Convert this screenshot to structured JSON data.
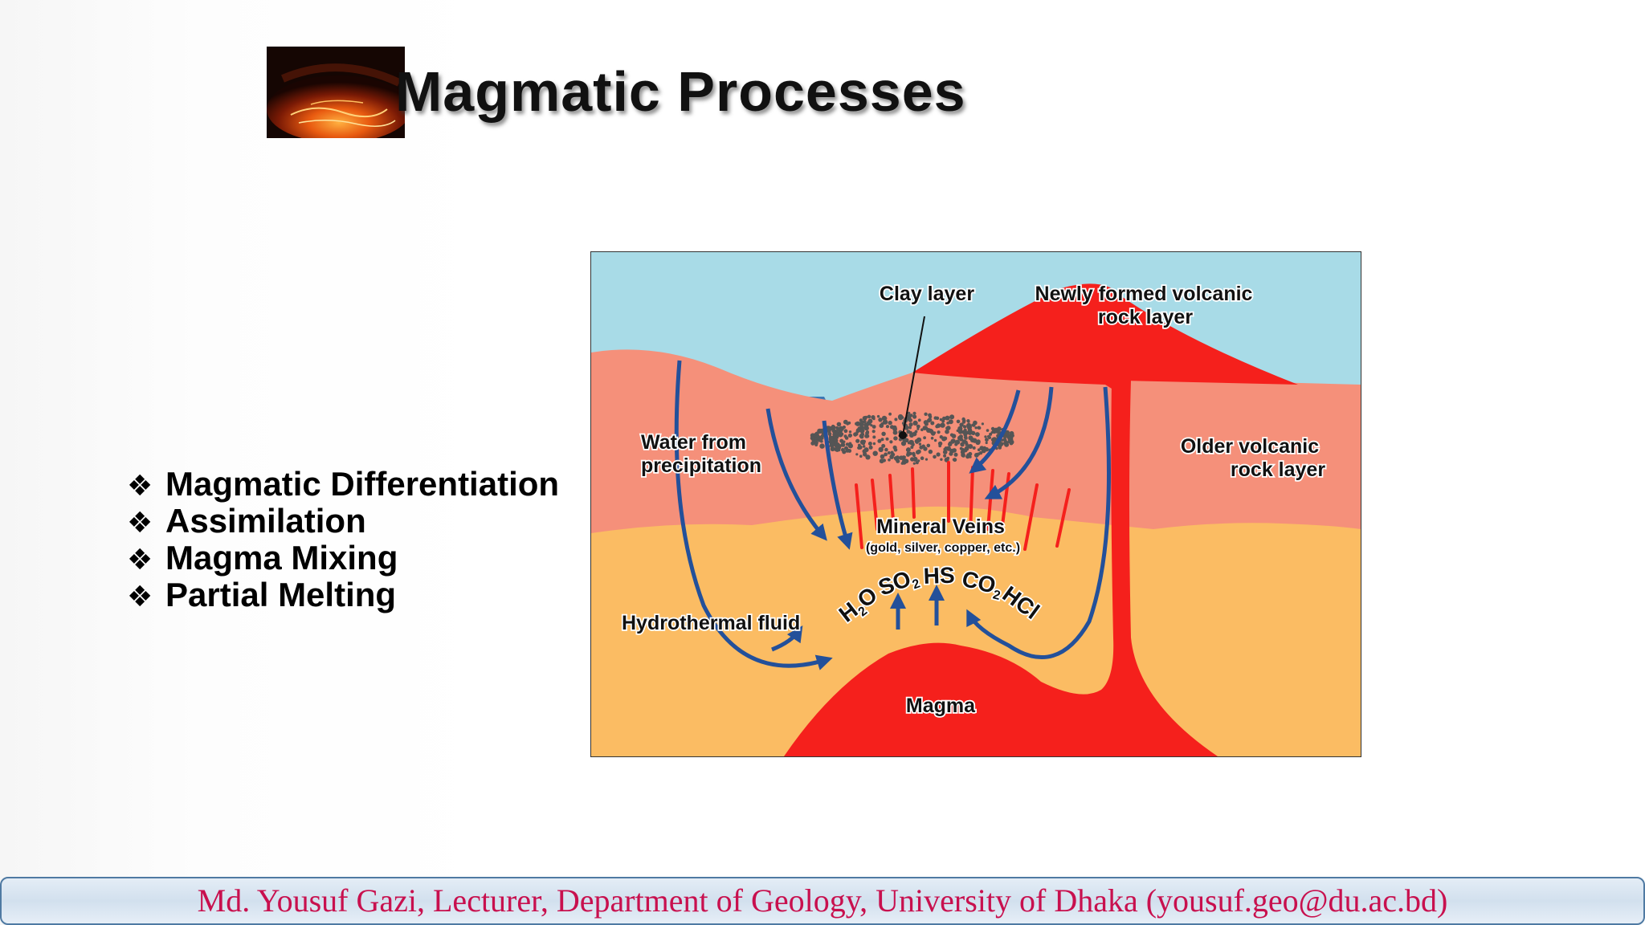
{
  "slide": {
    "title": "Magmatic Processes",
    "bullet_marker": "❖",
    "bullets": [
      "Magmatic Differentiation",
      "Assimilation",
      "Magma Mixing",
      "Partial Melting"
    ]
  },
  "diagram": {
    "labels": {
      "clay_layer": "Clay layer",
      "new_rock_line1": "Newly formed volcanic",
      "new_rock_line2": "rock layer",
      "water_line1": "Water from",
      "water_line2": "precipitation",
      "older_line1": "Older volcanic",
      "older_line2": "rock layer",
      "veins": "Mineral Veins",
      "veins_sub": "(gold, silver, copper, etc.)",
      "hydro": "Hydrothermal fluid",
      "magma": "Magma",
      "gas_h2o": "H",
      "gas_h2o_sub": "2",
      "gas_h2o_end": "O",
      "gas_so2": "SO",
      "gas_so2_sub": "2",
      "gas_hs": "HS",
      "gas_co2": "CO",
      "gas_co2_sub": "2",
      "gas_hcl": "HCl"
    },
    "colors": {
      "sky": "#a8dbe7",
      "sea": "#3b78b5",
      "upper_rock": "#f5907a",
      "lower_rock": "#fbbc63",
      "magma": "#f5201c",
      "arrow": "#23509a",
      "vein": "#f5201c"
    }
  },
  "footer": {
    "text": "Md. Yousuf Gazi, Lecturer, Department of Geology, University of Dhaka (yousuf.geo@du.ac.bd)"
  }
}
